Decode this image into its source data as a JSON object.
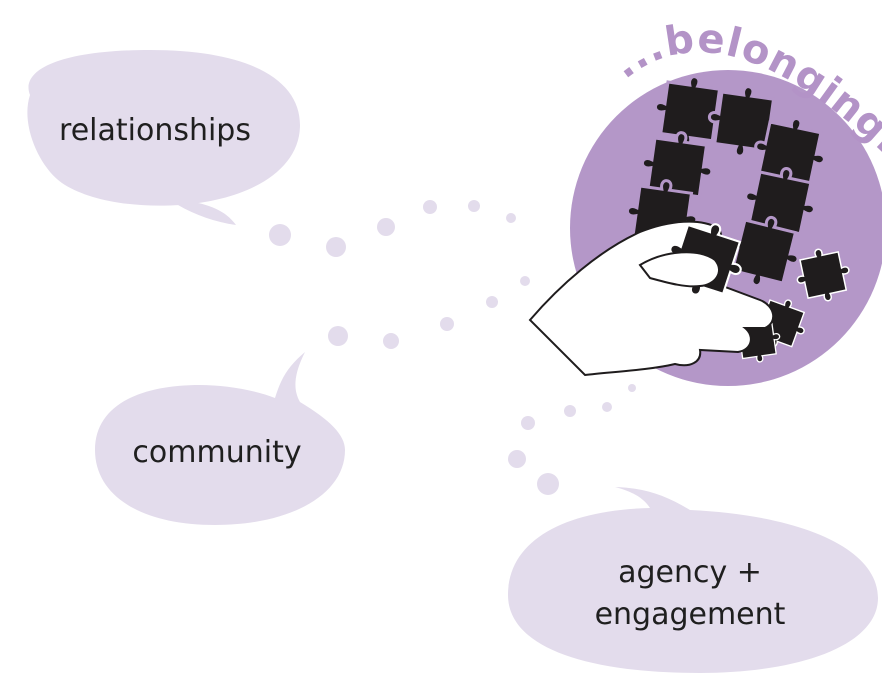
{
  "colors": {
    "bubble_fill": "#e3dcec",
    "circle_fill": "#b497c8",
    "dot_fill": "#e3dcec",
    "puzzle_fill": "#1f1c1d",
    "hand_fill": "#ffffff",
    "text": "#1f1f1f",
    "arc_text": "#b393c7"
  },
  "bubbles": {
    "relationships": "relationships",
    "community": "community",
    "agency_line1": "agency +",
    "agency_line2": "engagement"
  },
  "title_arc": "...belonging...",
  "illustration": {
    "icon": "hand-holding-puzzle-piece-icon"
  }
}
